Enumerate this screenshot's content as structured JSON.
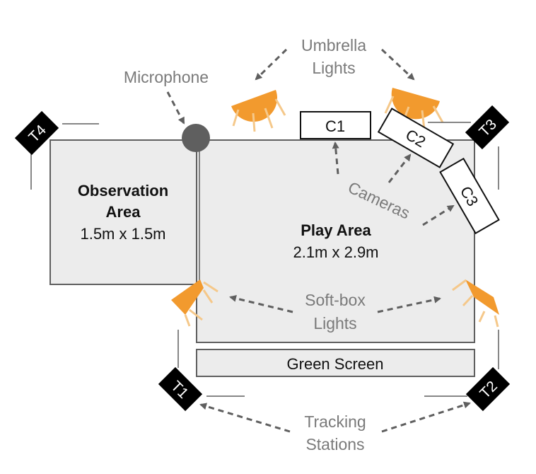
{
  "colors": {
    "area_fill": "#ececec",
    "area_stroke": "#5f5f5f",
    "light_orange": "#f29a2e",
    "light_leg": "#f5c88a",
    "tracker": "#000000",
    "arrow": "#5f5f5f",
    "label_gray": "#7a7a7a"
  },
  "observation_area": {
    "title_line1": "Observation",
    "title_line2": "Area",
    "size": "1.5m x 1.5m"
  },
  "play_area": {
    "title": "Play Area",
    "size": "2.1m x 2.9m"
  },
  "green_screen": {
    "label": "Green Screen"
  },
  "microphone": {
    "label": "Microphone"
  },
  "umbrella_lights": {
    "line1": "Umbrella",
    "line2": "Lights"
  },
  "softbox_lights": {
    "line1": "Soft-box",
    "line2": "Lights"
  },
  "cameras": {
    "label": "Cameras",
    "items": [
      "C1",
      "C2",
      "C3"
    ]
  },
  "tracking_stations": {
    "line1": "Tracking",
    "line2": "Stations",
    "items": [
      "T1",
      "T2",
      "T3",
      "T4"
    ]
  }
}
